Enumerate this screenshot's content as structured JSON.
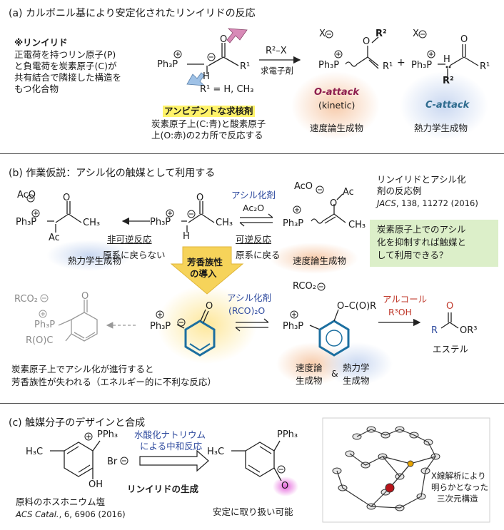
{
  "sectionA": {
    "title": "(a) カルボニル基により安定化されたリンイリドの反応",
    "def_head": "※リンイリド",
    "def_lines": [
      "正電荷を持つリン原子(P)",
      "と負電荷を炭素原子(C)が",
      "共有結合で隣接した構造を",
      "もつ化合物"
    ],
    "ylide_ph3p": "Ph₃P",
    "ylide_r1": "R¹",
    "ylide_H": "H",
    "ylide_O": "O",
    "ylide_sub": "R¹ = H, CH₃",
    "reagent": "R²–X",
    "reagent_sub": "求電子剤",
    "prodO_X": "X",
    "prodO_OR": "O",
    "prodO_R2": "R²",
    "prodO_ph3p": "Ph₃P",
    "prodO_r1": "R¹",
    "prodO_label": "O-attack",
    "prodO_sub": "(kinetic)",
    "prodO_kind": "速度論生成物",
    "plus": "+",
    "prodC_X": "X",
    "prodC_ph3p": "Ph₃P",
    "prodC_r1": "R¹",
    "prodC_H": "H",
    "prodC_R2": "R²",
    "prodC_O": "O",
    "prodC_label": "C-attack",
    "prodC_kind": "熱力学生成物",
    "ambi_title": "アンビデントな求核剤",
    "ambi_lines": [
      "炭素原子上(C:青)と酸素原子",
      "上(O:赤)の2カ所で反応する"
    ]
  },
  "sectionB": {
    "title": "(b) 作業仮説：アシル化の触媒として利用する",
    "ref_lines": [
      "リンイリドとアシル化",
      "剤の反応例"
    ],
    "ref_journal": "JACS",
    "ref_rest": ", 138, 11272 (2016)",
    "left_aco": "AcO",
    "left_ph3p": "Ph₃P",
    "left_ac": "Ac",
    "left_ch3": "CH₃",
    "left_O": "O",
    "left_kind": "熱力学生成物",
    "center_ph3p": "Ph₃P",
    "center_H": "H",
    "center_ch3": "CH₃",
    "center_O": "O",
    "irrev": "非可逆反応",
    "irrev_sub": "原系に戻らない",
    "rev": "可逆反応",
    "rev_sub": "原系に戻る",
    "acyl_agent": "アシル化剤",
    "acyl_formula": "Ac₂O",
    "right_aco": "AcO",
    "right_ph3p": "Ph₃P",
    "right_ac": "Ac",
    "right_ch3": "CH₃",
    "right_O": "O",
    "right_kind": "速度論生成物",
    "green_lines": [
      "炭素原子上でのアシル",
      "化を抑制すれば触媒と",
      "して利用できる？"
    ],
    "arrow_lines": [
      "芳香族性",
      "の導入"
    ],
    "grey_rco2": "RCO₂",
    "grey_p": "Ph₃P",
    "grey_rooc": "R(O)C",
    "grey_O": "O",
    "ar_ph3p": "Ph₃P",
    "ar_O": "O",
    "acyl2_agent": "アシル化剤",
    "acyl2_formula": "(RCO)₂O",
    "ar2_rco2": "RCO₂",
    "ar2_ph3p": "Ph₃P",
    "ar2_ocor": "O–C(O)R",
    "alc": "アルコール",
    "alc_formula": "R³OH",
    "ester_O": "O",
    "ester_R": "R",
    "ester_OR3": "OR³",
    "ester_label": "エステル",
    "bottom_left": [
      "炭素原子上でアシル化が進行すると",
      "芳香族性が失われる（エネルギー的に不利な反応）"
    ],
    "kin_lines": [
      "速度論",
      "生成物"
    ],
    "amp": "&",
    "thermo_lines": [
      "熱力学",
      "生成物"
    ]
  },
  "sectionC": {
    "title": "(c) 触媒分子のデザインと合成",
    "salt_h3c": "H₃C",
    "salt_pph3": "PPh₃",
    "salt_br": "Br",
    "salt_oh": "OH",
    "salt_label": "原料のホスホニウム塩",
    "salt_journal": "ACS Catal.",
    "salt_rest": ", 6, 6906 (2016)",
    "neut_lines": [
      "水酸化ナトリウム",
      "による中和反応"
    ],
    "gen_label": "リンイリドの生成",
    "ylide_h3c": "H₃C",
    "ylide_pph3": "PPh₃",
    "ylide_O": "O",
    "stable": "安定に取り扱い可能",
    "xray_lines": [
      "X線解析により",
      "明らかとなった",
      "三次元構造"
    ]
  },
  "colors": {
    "orange_glow": "#f6c8a6",
    "blue_glow": "#c7d6f0",
    "yellow": "#fff36a",
    "green_box": "#dcefc9",
    "blue_ring": "#1c6fa0",
    "magenta": "#e255d8",
    "pink_arrow": "#d88ab7",
    "blue_arrow": "#9ec1e6"
  }
}
